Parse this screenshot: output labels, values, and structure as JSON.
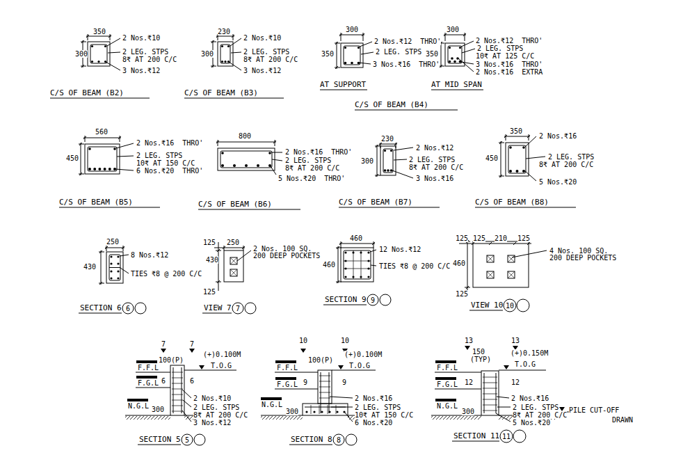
{
  "diagram": {
    "labels": [
      "350",
      "300",
      "2 Nos.₹10",
      "2 LEG. STPS",
      "8₹ AT 200 C/C",
      "3 Nos.₹12",
      "C/S OF BEAM (B2)",
      "230",
      "300",
      "2 Nos.₹10",
      "2 LEG. STPS",
      "8₹ AT 200 C/C",
      "3 Nos.₹12",
      "C/S OF BEAM (B3)",
      "300",
      "350",
      "2 Nos.₹12  THRO'",
      "2 LEG. STPS",
      "3 Nos.₹16  THRO'",
      "AT SUPPORT",
      "300",
      "350",
      "2 Nos.₹12  THRO'",
      "2 LEG. STPS",
      "10₹ AT 125 C/C",
      "3 Nos.₹16  THRO'",
      "2 Nos.₹16  EXTRA",
      "AT MID SPAN",
      "C/S OF BEAM (B4)",
      "560",
      "450",
      "2 Nos.₹16  THRO'",
      "2 LEG. STPS",
      "10₹ AT 150 C/C",
      "6 Nos.₹20  THRO'",
      "C/S OF BEAM (B5)",
      "800",
      "2 Nos.₹16  THRO'",
      "2 LEG. STPS",
      "8₹ AT 200 C/C",
      "5 Nos.₹20  THRO'",
      "C/S OF BEAM (B6)",
      "230",
      "300",
      "2 Nos.₹12",
      "2 LEG. STPS",
      "8₹ AT 200 C/C",
      "3 Nos.₹16",
      "C/S OF BEAM (B7)",
      "350",
      "450",
      "2 Nos.₹16",
      "2 LEG. STPS",
      "8₹ AT 200 C/C",
      "5 Nos.₹20",
      "C/S OF BEAM (B8)",
      "250",
      "430",
      "8 Nos.₹12",
      "TIES ₹8 @ 200 C/C",
      "SECTION 6",
      "6",
      "125",
      "250",
      "430",
      "125",
      "2 Nos. 100 SQ.",
      "200 DEEP POCKETS",
      "VIEW 7",
      "7",
      "460",
      "460",
      "12 Nos.₹12",
      "TIES ₹8 @ 200 C/C",
      "SECTION 9",
      "9",
      "125",
      "125",
      "210",
      "125",
      "460",
      "125",
      "4 Nos. 100 SQ.",
      "200 DEEP POCKETS",
      "VIEW 10",
      "10",
      "7",
      "7",
      "100(P)",
      "(+)0.100M",
      "T.O.G",
      "F.F.L",
      "F.G.L",
      "6",
      "6",
      "N.G.L",
      "300",
      "2 Nos.₹10",
      "2 LEG. STPS",
      "8₹ AT 200 C/C",
      "3 Nos.₹12",
      "SECTION 5",
      "5",
      "10",
      "10",
      "100(P)",
      "(+)0.100M",
      "T.O.G",
      "F.F.L",
      "F.G.L",
      "9",
      "9",
      "N.G.L",
      "300",
      "2 Nos.₹16",
      "2 LEG. STPS",
      "10₹ AT 150 C/C",
      "6 Nos.₹20",
      "SECTION 8",
      "8",
      "13",
      "13",
      "150",
      "(TYP)",
      "(+)0.150M",
      "T.O.G",
      "F.F.L",
      "F.G.L",
      "12",
      "12",
      "N.G.L",
      "300",
      "2 Nos.₹16",
      "2 LEG. STPS",
      "8₹ AT 200 C/C",
      "5 Nos.₹20",
      "PILE CUT-OFF",
      "DRAWN",
      "SECTION 11",
      "11"
    ]
  }
}
